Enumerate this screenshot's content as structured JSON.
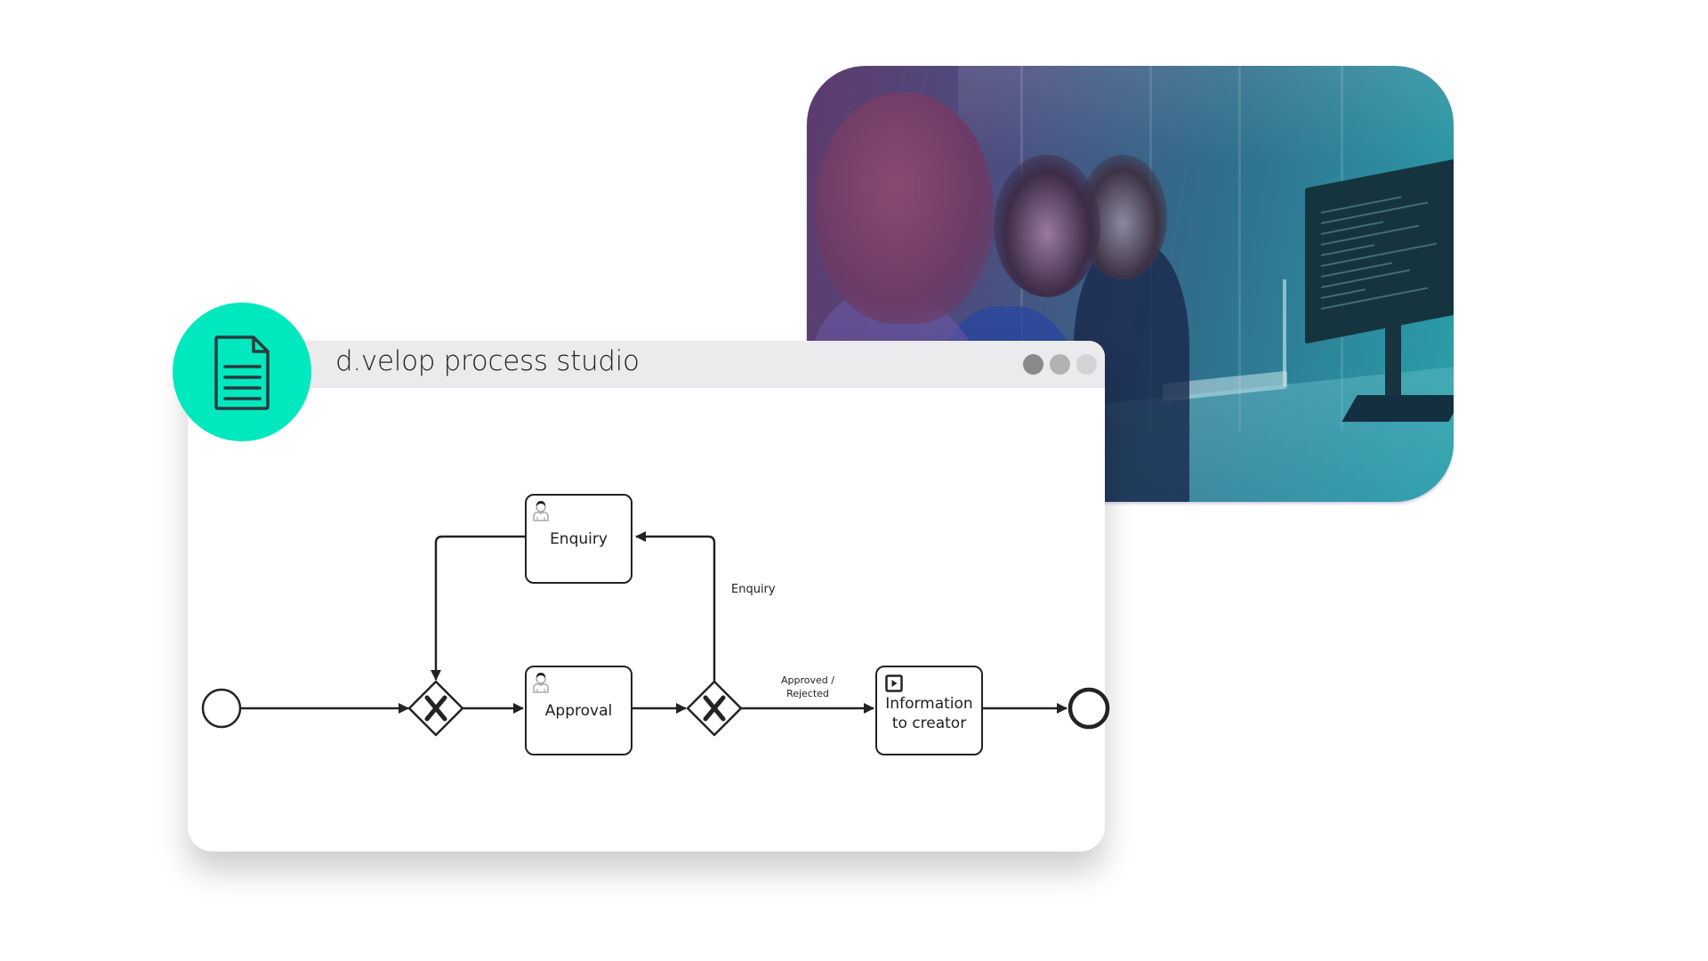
{
  "window": {
    "title": "d.velop process studio",
    "controls": [
      "minimize",
      "maximize",
      "close"
    ]
  },
  "app_icon": {
    "name": "document-icon",
    "color": "#00e8bd"
  },
  "photo": {
    "description": "Three colleagues looking at a computer screen, purple-to-teal gradient overlay"
  },
  "diagram": {
    "start_event": {
      "type": "start-event"
    },
    "gateway_1": {
      "type": "exclusive-gateway",
      "symbol": "X"
    },
    "gateway_2": {
      "type": "exclusive-gateway",
      "symbol": "X"
    },
    "tasks": [
      {
        "id": "enquiry",
        "label": "Enquiry",
        "icon": "user-icon"
      },
      {
        "id": "approval",
        "label": "Approval",
        "icon": "user-icon"
      },
      {
        "id": "info",
        "label": "Information to creator",
        "icon": "script-play-icon"
      }
    ],
    "flow_labels": {
      "enquiry": "Enquiry",
      "approved_line1": "Approved /",
      "approved_line2": "Rejected"
    },
    "end_event": {
      "type": "end-event"
    }
  },
  "colors": {
    "accent": "#00e8bd",
    "titlebar": "#ebebed",
    "stroke": "#222326",
    "gradient_start": "#5e3a6e",
    "gradient_end": "#2aa1aa"
  }
}
